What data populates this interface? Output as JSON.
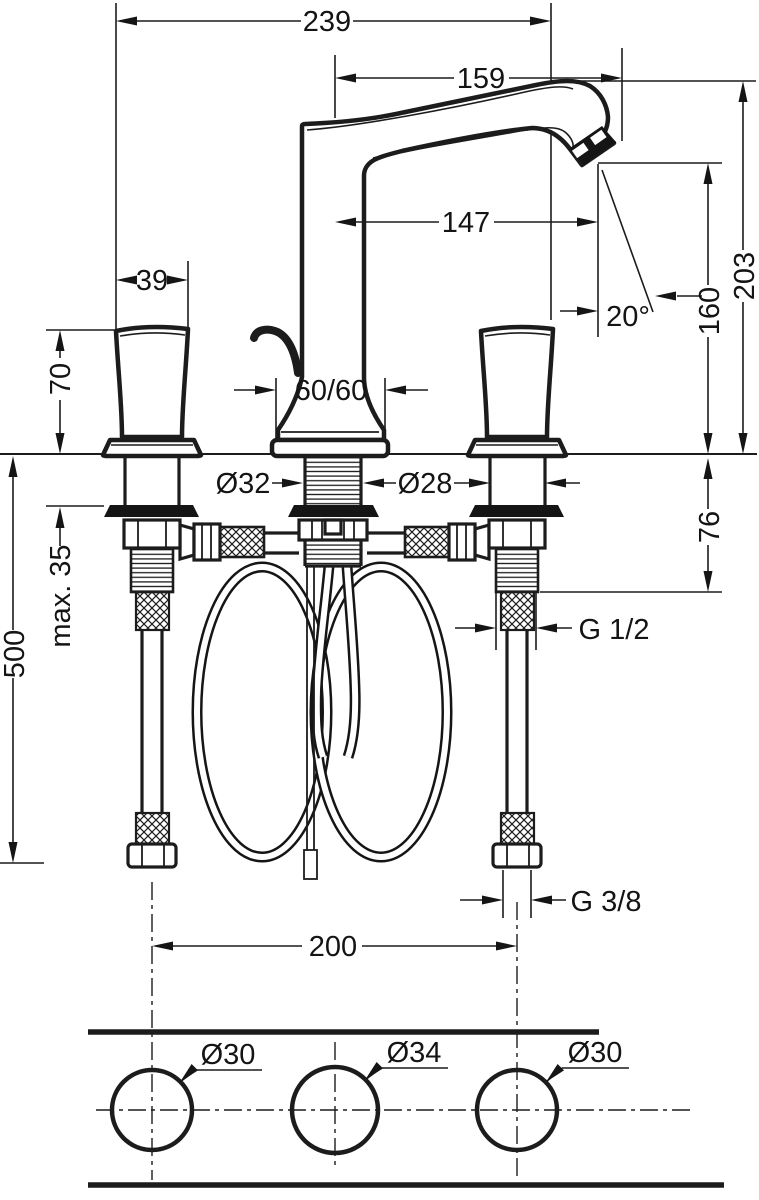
{
  "diagram": {
    "title": "3-hole basin mixer installation drawing",
    "type": "technical-drawing",
    "units": "mm",
    "line_color": "#1c1c1c",
    "background_color": "#ffffff",
    "dimensions": {
      "total_projection": "239",
      "spout_projection": "159",
      "outlet_projection": "147",
      "outlet_angle": "20°",
      "total_height": "203",
      "outlet_height": "160",
      "handle_width": "39",
      "handle_height": "70",
      "base_footprint": "60/60",
      "center_shank_diameter": "Ø32",
      "side_shank_diameter": "Ø28",
      "shank_thread_length": "76",
      "max_deck_thickness": "max. 35",
      "hose_length": "500",
      "shank_thread_size": "G 1/2",
      "hose_thread_size": "G 3/8",
      "hole_spacing": "200",
      "hole_left_diameter": "Ø30",
      "hole_center_diameter": "Ø34",
      "hole_right_diameter": "Ø30"
    }
  }
}
